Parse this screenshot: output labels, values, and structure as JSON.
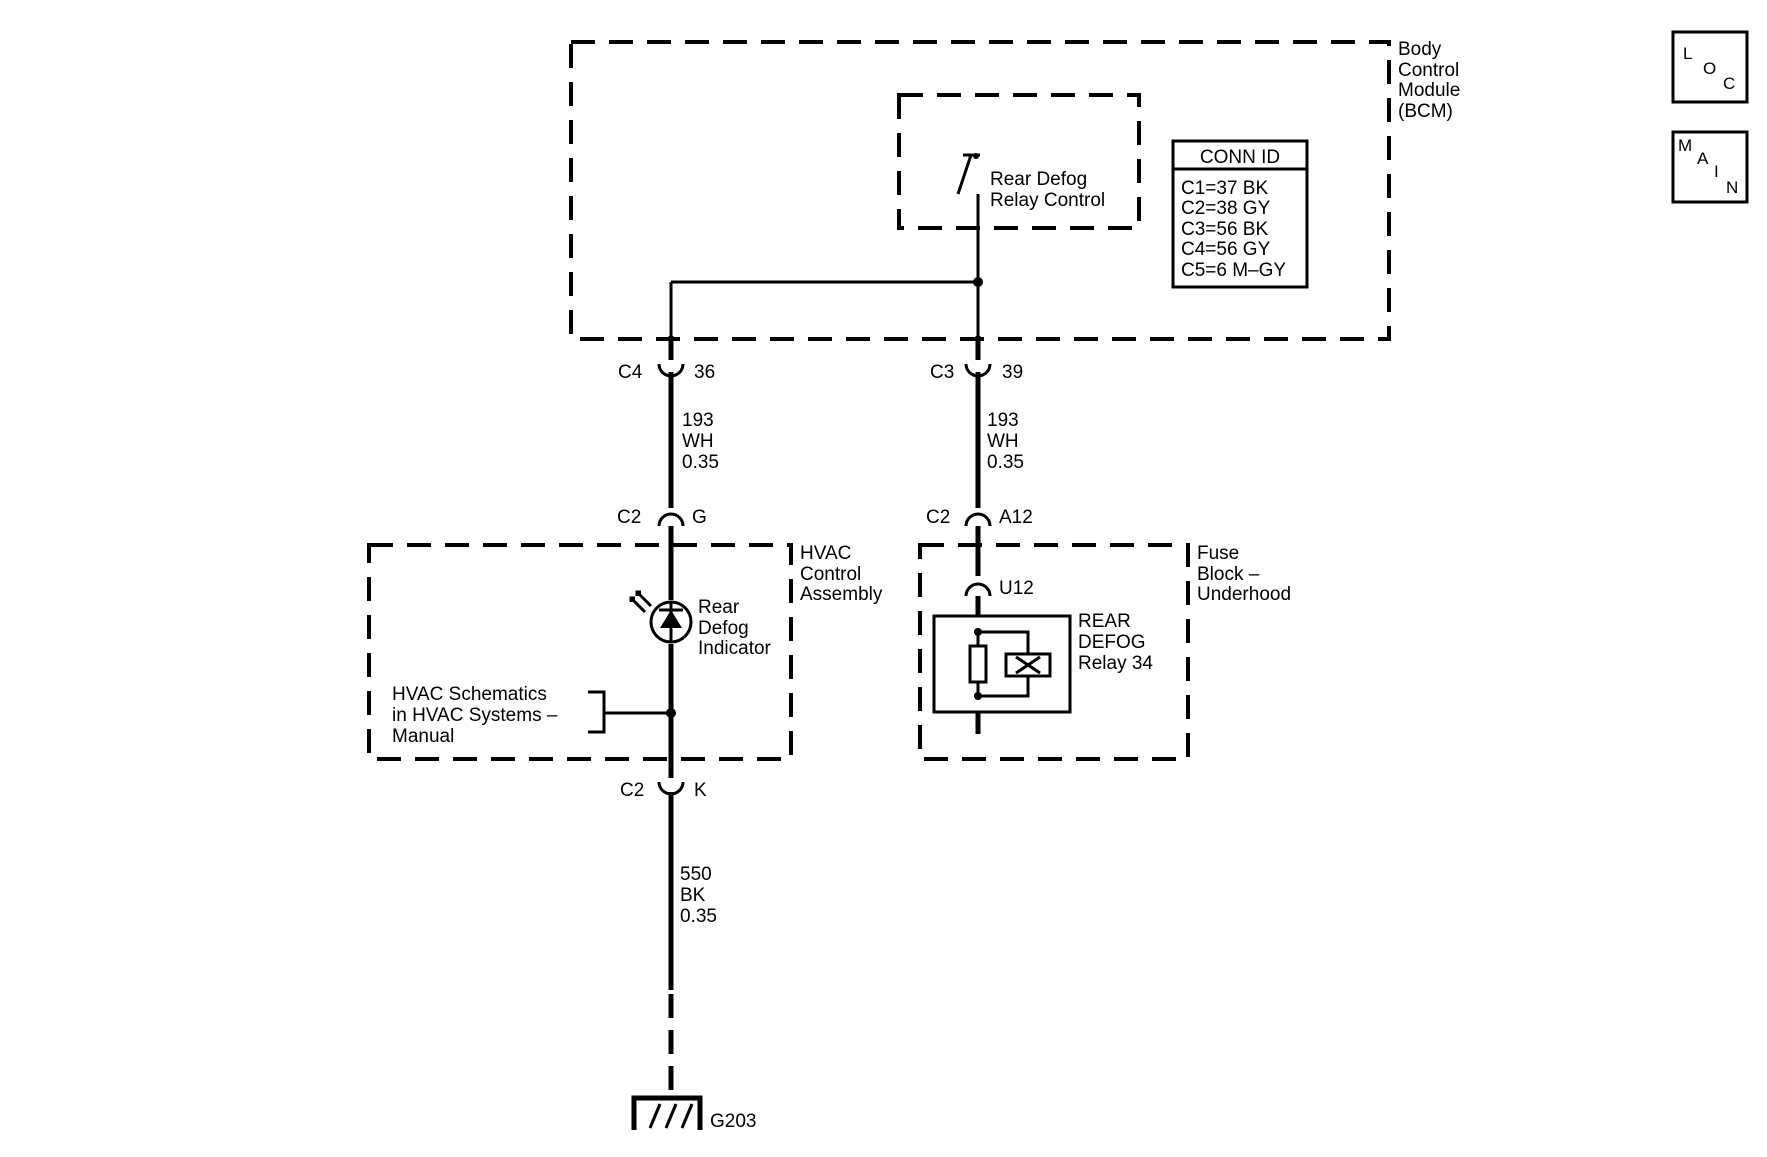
{
  "modules": {
    "bcm": {
      "line1": "Body",
      "line2": "Control",
      "line3": "Module",
      "line4": "(BCM)"
    },
    "hvac": {
      "line1": "HVAC",
      "line2": "Control",
      "line3": "Assembly"
    },
    "fuse_block": {
      "line1": "Fuse",
      "line2": "Block –",
      "line3": "Underhood"
    }
  },
  "relay_control": {
    "line1": "Rear Defog",
    "line2": "Relay Control"
  },
  "conn_id": {
    "title": "CONN ID",
    "rows": [
      "C1=37 BK",
      "C2=38 GY",
      "C3=56 BK",
      "C4=56 GY",
      "C5=6 M–GY"
    ]
  },
  "nav": {
    "loc": [
      "L",
      "O",
      "C"
    ],
    "main": [
      "M",
      "A",
      "I",
      "N"
    ]
  },
  "left_branch": {
    "top_connector": {
      "id": "C4",
      "pin": "36"
    },
    "wire_1": {
      "circuit": "193",
      "color": "WH",
      "size": "0.35"
    },
    "mid_connector": {
      "id": "C2",
      "pin": "G"
    },
    "indicator": {
      "line1": "Rear",
      "line2": "Defog",
      "line3": "Indicator"
    },
    "hvac_ref": {
      "line1": "HVAC Schematics",
      "line2": "in HVAC Systems –",
      "line3": "Manual"
    },
    "bottom_connector": {
      "id": "C2",
      "pin": "K"
    },
    "wire_2": {
      "circuit": "550",
      "color": "BK",
      "size": "0.35"
    },
    "ground": "G203"
  },
  "right_branch": {
    "top_connector": {
      "id": "C3",
      "pin": "39"
    },
    "wire_1": {
      "circuit": "193",
      "color": "WH",
      "size": "0.35"
    },
    "mid_connector": {
      "id": "C2",
      "pin": "A12"
    },
    "fuse_pin": "U12",
    "relay": {
      "line1": "REAR",
      "line2": "DEFOG",
      "line3": "Relay 34"
    }
  }
}
